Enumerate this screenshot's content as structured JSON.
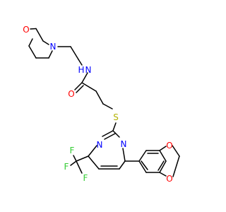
{
  "molecule": {
    "atoms": {
      "o_morph": "O",
      "n_morph": "N",
      "nh": "NH",
      "h_of_nh": "H",
      "n_of_nh": "N",
      "o_carbonyl": "O",
      "s": "S",
      "n_pyr_upper": "N",
      "n_pyr_lower": "N",
      "f_top": "F",
      "f_left": "F",
      "f_bottom": "F",
      "o_diox_upper": "O",
      "o_diox_lower": "O"
    },
    "colors": {
      "bond": "#000000",
      "carbon": "#000000",
      "oxygen": "#ff0000",
      "nitrogen": "#0000ff",
      "sulfur": "#b2b200",
      "fluorine": "#33cc33",
      "background": "#ffffff"
    }
  }
}
